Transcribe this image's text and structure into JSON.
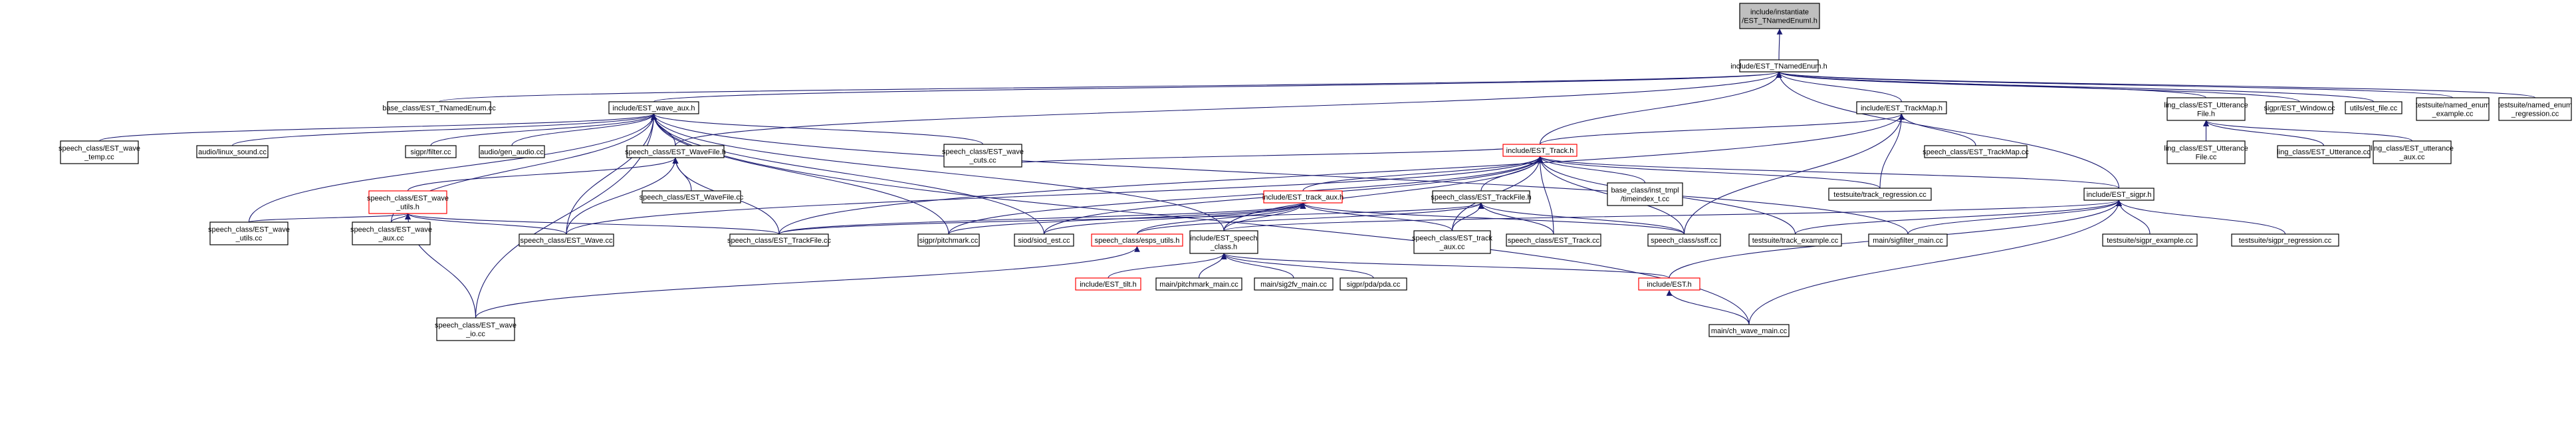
{
  "nodes": [
    {
      "id": "root",
      "lines": [
        "include/instantiate",
        "/EST_TNamedEnumI.h"
      ],
      "style": "root"
    },
    {
      "id": "tnamedenum",
      "lines": [
        "include/EST_TNamedEnum.h"
      ]
    },
    {
      "id": "base_tnamedenum_cc",
      "lines": [
        "base_class/EST_TNamedEnum.cc"
      ]
    },
    {
      "id": "wave_aux",
      "lines": [
        "include/EST_wave_aux.h"
      ]
    },
    {
      "id": "trackmap_h",
      "lines": [
        "include/EST_TrackMap.h"
      ]
    },
    {
      "id": "utterance_file_h",
      "lines": [
        "ling_class/EST_Utterance",
        "File.h"
      ]
    },
    {
      "id": "sigpr_window",
      "lines": [
        "sigpr/EST_Window.cc"
      ]
    },
    {
      "id": "est_file",
      "lines": [
        "utils/est_file.cc"
      ]
    },
    {
      "id": "named_enum_example",
      "lines": [
        "testsuite/named_enum",
        "_example.cc"
      ]
    },
    {
      "id": "named_enum_regression",
      "lines": [
        "testsuite/named_enum",
        "_regression.cc"
      ]
    },
    {
      "id": "wave_temp",
      "lines": [
        "speech_class/EST_wave",
        "_temp.cc"
      ]
    },
    {
      "id": "linux_sound",
      "lines": [
        "audio/linux_sound.cc"
      ]
    },
    {
      "id": "sigpr_filter",
      "lines": [
        "sigpr/filter.cc"
      ]
    },
    {
      "id": "gen_audio",
      "lines": [
        "audio/gen_audio.cc"
      ]
    },
    {
      "id": "wavefile_h",
      "lines": [
        "speech_class/EST_WaveFile.h"
      ]
    },
    {
      "id": "wave_cuts",
      "lines": [
        "speech_class/EST_wave",
        "_cuts.cc"
      ]
    },
    {
      "id": "track_h",
      "lines": [
        "include/EST_Track.h"
      ],
      "style": "red"
    },
    {
      "id": "trackmap_cc",
      "lines": [
        "speech_class/EST_TrackMap.cc"
      ]
    },
    {
      "id": "utterance_file_cc",
      "lines": [
        "ling_class/EST_Utterance",
        "File.cc"
      ]
    },
    {
      "id": "utterance_cc",
      "lines": [
        "ling_class/EST_Utterance.cc"
      ]
    },
    {
      "id": "utterance_aux",
      "lines": [
        "ling_class/EST_utterance",
        "_aux.cc"
      ]
    },
    {
      "id": "wave_utils_h",
      "lines": [
        "speech_class/EST_wave",
        "_utils.h"
      ],
      "style": "red"
    },
    {
      "id": "wavefile_cc",
      "lines": [
        "speech_class/EST_WaveFile.cc"
      ]
    },
    {
      "id": "inst_tmpl",
      "lines": [
        "base_class/inst_tmpl",
        "/timeindex_t.cc"
      ]
    },
    {
      "id": "track_regression",
      "lines": [
        "testsuite/track_regression.cc"
      ]
    },
    {
      "id": "sigpr_h",
      "lines": [
        "include/EST_sigpr.h"
      ]
    },
    {
      "id": "track_aux_h",
      "lines": [
        "include/EST_track_aux.h"
      ],
      "style": "red"
    },
    {
      "id": "trackfile_h",
      "lines": [
        "speech_class/EST_TrackFile.h"
      ]
    },
    {
      "id": "wave_utils_cc",
      "lines": [
        "speech_class/EST_wave",
        "_utils.cc"
      ]
    },
    {
      "id": "wave_aux_cc",
      "lines": [
        "speech_class/EST_wave",
        "_aux.cc"
      ]
    },
    {
      "id": "est_wave_cc",
      "lines": [
        "speech_class/EST_Wave.cc"
      ]
    },
    {
      "id": "trackfile_cc",
      "lines": [
        "speech_class/EST_TrackFile.cc"
      ]
    },
    {
      "id": "pitchmark_cc",
      "lines": [
        "sigpr/pitchmark.cc"
      ]
    },
    {
      "id": "siod_est",
      "lines": [
        "siod/siod_est.cc"
      ]
    },
    {
      "id": "speech_class_h",
      "lines": [
        "include/EST_speech",
        "_class.h"
      ]
    },
    {
      "id": "track_aux_cc",
      "lines": [
        "speech_class/EST_track",
        "_aux.cc"
      ]
    },
    {
      "id": "est_track_cc",
      "lines": [
        "speech_class/EST_Track.cc"
      ]
    },
    {
      "id": "ssff",
      "lines": [
        "speech_class/ssff.cc"
      ]
    },
    {
      "id": "track_example",
      "lines": [
        "testsuite/track_example.cc"
      ]
    },
    {
      "id": "sigfilter_main",
      "lines": [
        "main/sigfilter_main.cc"
      ]
    },
    {
      "id": "sigpr_example",
      "lines": [
        "testsuite/sigpr_example.cc"
      ]
    },
    {
      "id": "sigpr_regression",
      "lines": [
        "testsuite/sigpr_regression.cc"
      ]
    },
    {
      "id": "esps_utils",
      "lines": [
        "speech_class/esps_utils.h"
      ],
      "style": "red"
    },
    {
      "id": "est_tilt",
      "lines": [
        "include/EST_tilt.h"
      ],
      "style": "red"
    },
    {
      "id": "pitchmark_main",
      "lines": [
        "main/pitchmark_main.cc"
      ]
    },
    {
      "id": "sig2fv_main",
      "lines": [
        "main/sig2fv_main.cc"
      ]
    },
    {
      "id": "pda",
      "lines": [
        "sigpr/pda/pda.cc"
      ]
    },
    {
      "id": "est_h",
      "lines": [
        "include/EST.h"
      ],
      "style": "red"
    },
    {
      "id": "wave_io",
      "lines": [
        "speech_class/EST_wave",
        "_io.cc"
      ]
    },
    {
      "id": "ch_wave_main",
      "lines": [
        "main/ch_wave_main.cc"
      ]
    }
  ],
  "edges": [
    [
      "tnamedenum",
      "root"
    ],
    [
      "base_tnamedenum_cc",
      "tnamedenum"
    ],
    [
      "wave_aux",
      "tnamedenum"
    ],
    [
      "trackmap_h",
      "tnamedenum"
    ],
    [
      "track_h",
      "tnamedenum"
    ],
    [
      "utterance_file_h",
      "tnamedenum"
    ],
    [
      "sigpr_window",
      "tnamedenum"
    ],
    [
      "est_file",
      "tnamedenum"
    ],
    [
      "named_enum_example",
      "tnamedenum"
    ],
    [
      "named_enum_regression",
      "tnamedenum"
    ],
    [
      "sigpr_h",
      "tnamedenum"
    ],
    [
      "wavefile_h",
      "tnamedenum"
    ],
    [
      "wave_temp",
      "wave_aux"
    ],
    [
      "linux_sound",
      "wave_aux"
    ],
    [
      "sigpr_filter",
      "wave_aux"
    ],
    [
      "gen_audio",
      "wave_aux"
    ],
    [
      "wavefile_h",
      "wave_aux"
    ],
    [
      "wave_cuts",
      "wave_aux"
    ],
    [
      "wave_utils_cc",
      "wave_aux"
    ],
    [
      "wave_aux_cc",
      "wave_aux"
    ],
    [
      "est_wave_cc",
      "wave_aux"
    ],
    [
      "pitchmark_cc",
      "wave_aux"
    ],
    [
      "siod_est",
      "wave_aux"
    ],
    [
      "speech_class_h",
      "wave_aux"
    ],
    [
      "ch_wave_main",
      "wave_aux"
    ],
    [
      "wave_io",
      "wave_aux"
    ],
    [
      "sigfilter_main",
      "wave_aux"
    ],
    [
      "track_h",
      "trackmap_h"
    ],
    [
      "trackmap_cc",
      "trackmap_h"
    ],
    [
      "track_regression",
      "trackmap_h"
    ],
    [
      "trackfile_cc",
      "trackmap_h"
    ],
    [
      "ssff",
      "trackmap_h"
    ],
    [
      "utterance_file_cc",
      "utterance_file_h"
    ],
    [
      "utterance_cc",
      "utterance_file_h"
    ],
    [
      "utterance_aux",
      "utterance_file_h"
    ],
    [
      "wave_utils_h",
      "wavefile_h"
    ],
    [
      "wavefile_cc",
      "wavefile_h"
    ],
    [
      "est_wave_cc",
      "wavefile_h"
    ],
    [
      "trackfile_cc",
      "wavefile_h"
    ],
    [
      "wave_cuts",
      "track_h"
    ],
    [
      "inst_tmpl",
      "track_h"
    ],
    [
      "track_regression",
      "track_h"
    ],
    [
      "sigpr_h",
      "track_h"
    ],
    [
      "track_aux_h",
      "track_h"
    ],
    [
      "trackfile_h",
      "track_h"
    ],
    [
      "est_wave_cc",
      "track_h"
    ],
    [
      "pitchmark_cc",
      "track_h"
    ],
    [
      "siod_est",
      "track_h"
    ],
    [
      "track_aux_cc",
      "track_h"
    ],
    [
      "est_track_cc",
      "track_h"
    ],
    [
      "ssff",
      "track_h"
    ],
    [
      "track_example",
      "track_h"
    ],
    [
      "speech_class_h",
      "track_h"
    ],
    [
      "wave_utils_cc",
      "wave_utils_h"
    ],
    [
      "wave_aux_cc",
      "wave_utils_h"
    ],
    [
      "est_wave_cc",
      "wave_utils_h"
    ],
    [
      "trackfile_cc",
      "wave_utils_h"
    ],
    [
      "wave_io",
      "wave_utils_h"
    ],
    [
      "track_example",
      "sigpr_h"
    ],
    [
      "sigfilter_main",
      "sigpr_h"
    ],
    [
      "sigpr_example",
      "sigpr_h"
    ],
    [
      "sigpr_regression",
      "sigpr_h"
    ],
    [
      "est_h",
      "sigpr_h"
    ],
    [
      "ch_wave_main",
      "sigpr_h"
    ],
    [
      "speech_class_h",
      "sigpr_h"
    ],
    [
      "trackfile_cc",
      "track_aux_h"
    ],
    [
      "pitchmark_cc",
      "track_aux_h"
    ],
    [
      "siod_est",
      "track_aux_h"
    ],
    [
      "speech_class_h",
      "track_aux_h"
    ],
    [
      "track_aux_cc",
      "track_aux_h"
    ],
    [
      "esps_utils",
      "track_aux_h"
    ],
    [
      "ssff",
      "track_aux_h"
    ],
    [
      "trackfile_cc",
      "trackfile_h"
    ],
    [
      "esps_utils",
      "trackfile_h"
    ],
    [
      "track_aux_cc",
      "trackfile_h"
    ],
    [
      "est_track_cc",
      "trackfile_h"
    ],
    [
      "ssff",
      "trackfile_h"
    ],
    [
      "wave_io",
      "esps_utils"
    ],
    [
      "est_tilt",
      "speech_class_h"
    ],
    [
      "pitchmark_main",
      "speech_class_h"
    ],
    [
      "sig2fv_main",
      "speech_class_h"
    ],
    [
      "pda",
      "speech_class_h"
    ],
    [
      "est_h",
      "speech_class_h"
    ],
    [
      "ch_wave_main",
      "est_h"
    ]
  ]
}
